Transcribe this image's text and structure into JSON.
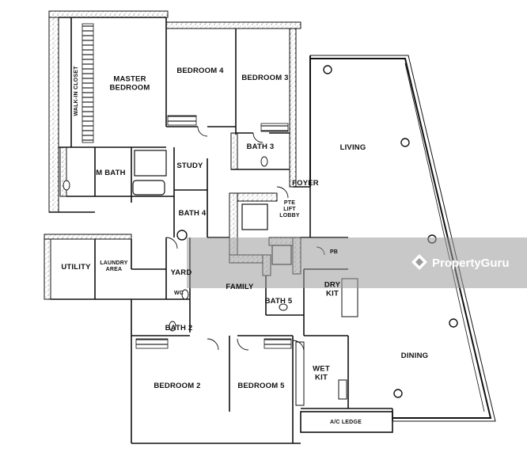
{
  "rooms": {
    "master_bedroom": "MASTER\nBEDROOM",
    "walk_in_closet": "WALK-IN CLOSET",
    "bedroom_4": "BEDROOM 4",
    "bedroom_3": "BEDROOM 3",
    "living": "LIVING",
    "m_bath": "M BATH",
    "study": "STUDY",
    "bath_3": "BATH 3",
    "foyer": "FOYER",
    "bath_4": "BATH 4",
    "pte_lift_lobby": "PTE\nLIFT\nLOBBY",
    "pb": "PB",
    "utility": "UTILITY",
    "laundry_area": "LAUNDRY\nAREA",
    "yard": "YARD",
    "family": "FAMILY",
    "wc": "WC",
    "bath_5": "BATH 5",
    "dry_kit": "DRY\nKIT",
    "bath_2": "BATH 2",
    "bedroom_2": "BEDROOM 2",
    "bedroom_5": "BEDROOM 5",
    "wet_kit": "WET\nKIT",
    "dining": "DINING",
    "ac_ledge": "A/C LEDGE"
  },
  "watermark": {
    "text": "PropertyGuru"
  },
  "colors": {
    "wall": "#111111",
    "hatch": "#7a7a7a",
    "watermark_band": "#9a9a9a"
  }
}
